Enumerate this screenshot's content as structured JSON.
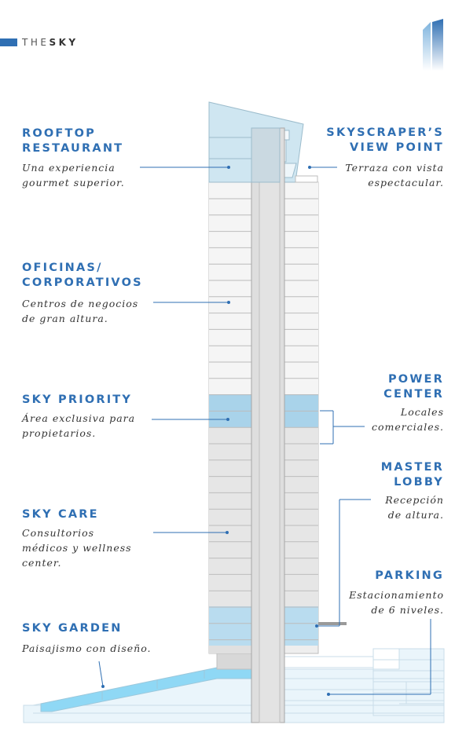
{
  "brand": {
    "prefix": "THE",
    "name": "SKY"
  },
  "colors": {
    "accent": "#2f6fb3",
    "highlight": "#a9d3ea",
    "glass": "#cfe6f1",
    "floor": "#e8e8e8"
  },
  "levels": {
    "rooftop": {
      "title": "ROOFTOP\nRESTAURANT",
      "desc": "Una experiencia\ngourmet superior."
    },
    "viewpoint": {
      "title": "SKYSCRAPER’S\nVIEW POINT",
      "desc": "Terraza con vista\nespectacular."
    },
    "offices": {
      "title": "OFICINAS/\nCORPORATIVOS",
      "desc": "Centros de negocios\nde gran altura."
    },
    "priority": {
      "title": "SKY PRIORITY",
      "desc": "Área exclusiva para\npropietarios."
    },
    "power": {
      "title": "POWER\nCENTER",
      "desc": "Locales\ncomerciales."
    },
    "lobby": {
      "title": "MASTER\nLOBBY",
      "desc": "Recepción\nde altura."
    },
    "care": {
      "title": "SKY CARE",
      "desc": "Consultorios\nmédicos y wellness\ncenter."
    },
    "parking": {
      "title": "PARKING",
      "desc": "Estacionamiento\nde 6 niveles."
    },
    "garden": {
      "title": "SKY GARDEN",
      "desc": "Paisajismo con diseño."
    }
  }
}
